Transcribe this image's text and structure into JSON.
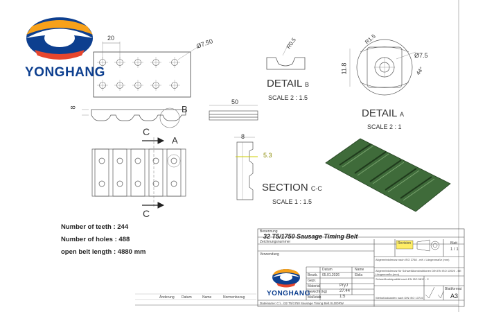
{
  "brand": {
    "name": "YONGHANG"
  },
  "views": {
    "detail_b": "DETAIL",
    "detail_b_letter": "B",
    "scale_b": "SCALE 2 : 1.5",
    "detail_a": "DETAIL",
    "detail_a_letter": "A",
    "scale_a": "SCALE 2 : 1",
    "section": "SECTION",
    "section_letters": "C-C",
    "scale_section": "SCALE 1 : 1.5",
    "marker_b": "B",
    "marker_a": "A",
    "marker_c_top": "C",
    "marker_c_bottom": "C"
  },
  "dimensions": {
    "d20": "20",
    "d7_50": "Ø7.50",
    "r0_5": "R0.5",
    "r1_5": "R1.5",
    "d7_5": "Ø7.5",
    "d11_8": "11.8",
    "a44": "44°",
    "d50": "50",
    "d8_left": "8",
    "d8_section": "8",
    "d5_3": "5.3"
  },
  "specs": {
    "teeth": "Number of teeth : 244",
    "holes": "Number of holes : 488",
    "length": "open belt length : 4880 mm"
  },
  "title_block": {
    "benennung_label": "Benennung",
    "title": "32 T5/1750 Sausage Timing Belt",
    "zeichnungsnummer": "Zeichnungsnummer",
    "verwendung": "Verwendung",
    "revision_label": "Revision",
    "blatt_label": "Blatt",
    "blatt_value": "1 / 1",
    "datum_label": "Datum",
    "name_label": "Name",
    "bearb_label": "Bearb.",
    "bearb_date": "05.01.2026",
    "bearb_name": "Ebila",
    "gepr_label": "Gepr.",
    "material_label": "Material",
    "material_value": "PryJ",
    "gewicht_label": "Gewicht (kg)",
    "gewicht_value": "27.44",
    "massstab_label": "Maßstab",
    "massstab_value": "1:5",
    "blattformat_label": "Blattformat",
    "blattformat_value": "A3",
    "tolerances_1": "Allgemeintoleranz nach ISO 2768 - mK / Längenmaße (mm)",
    "tolerances_2": "Allgemeintoleranz für Schweißkonstruktionen DIN EN ISO 13920 - BE",
    "tolerances_3": "Längenmaße (mm)",
    "schweiss": "Schweißnahtqualität nach EN ISO 5817 - C",
    "werkstueck": "Werkstückkanten nach DIN ISO 13715",
    "dateiname_label": "Dateiname:",
    "dateiname_value": "C:\\...\\32 T5/1750 Sausage Timing Belt.SLDDRW",
    "footer_a": "Änderung",
    "footer_b": "Datum",
    "footer_c": "Name",
    "footer_d": "Normenbezug"
  }
}
